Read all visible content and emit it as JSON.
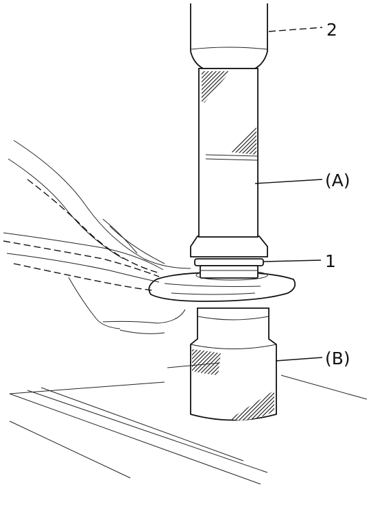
{
  "callouts": {
    "part_1": "1",
    "part_2": "2",
    "tool_a": "(A)",
    "tool_b": "(B)"
  },
  "colors": {
    "line": "#111111",
    "background": "#ffffff"
  }
}
